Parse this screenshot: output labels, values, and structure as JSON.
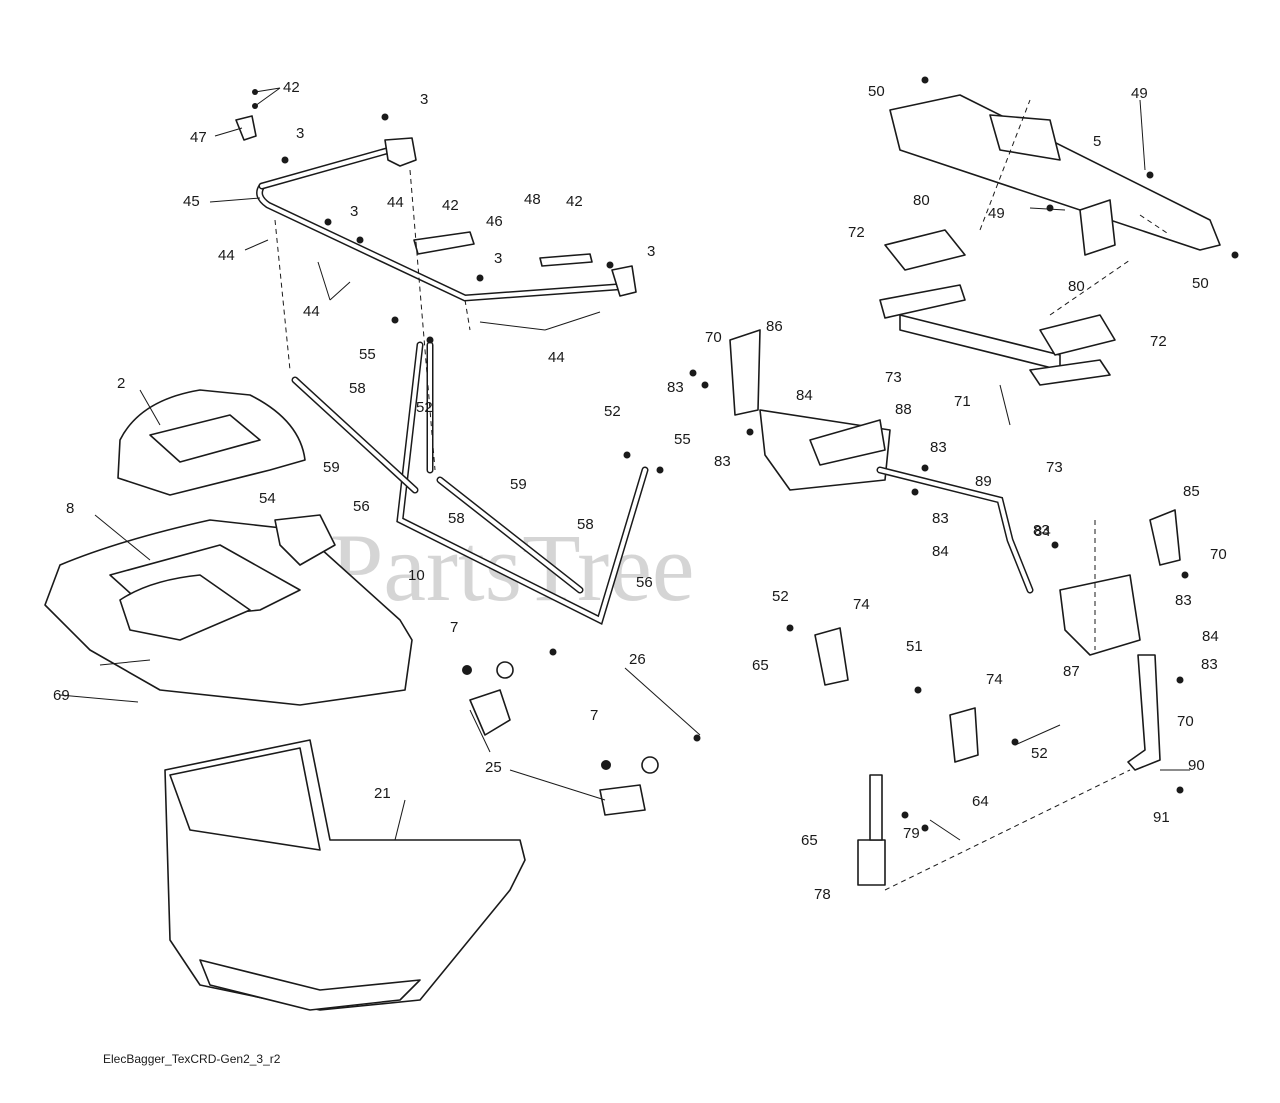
{
  "watermark": "PartsTree",
  "footer_code": "ElecBagger_TexCRD-Gen2_3_r2",
  "callouts": [
    "42",
    "47",
    "3",
    "3",
    "45",
    "44",
    "44",
    "3",
    "42",
    "46",
    "48",
    "42",
    "3",
    "3",
    "44",
    "44",
    "55",
    "58",
    "52",
    "2",
    "59",
    "56",
    "58",
    "59",
    "10",
    "58",
    "52",
    "55",
    "56",
    "8",
    "54",
    "69",
    "7",
    "26",
    "25",
    "7",
    "21",
    "50",
    "49",
    "5",
    "49",
    "50",
    "80",
    "72",
    "80",
    "72",
    "73",
    "71",
    "73",
    "70",
    "86",
    "83",
    "84",
    "88",
    "83",
    "83",
    "89",
    "83",
    "84",
    "84",
    "83",
    "85",
    "70",
    "83",
    "84",
    "87",
    "83",
    "70",
    "52",
    "74",
    "65",
    "51",
    "74",
    "52",
    "64",
    "90",
    "91",
    "79",
    "65",
    "78"
  ]
}
